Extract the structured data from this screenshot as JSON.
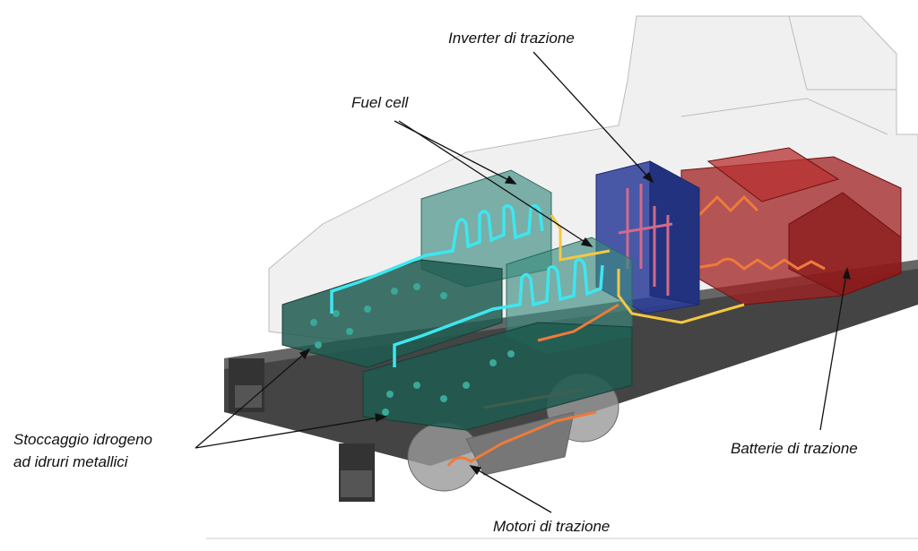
{
  "labels": {
    "inverter": "Inverter di trazione",
    "fuel_cell": "Fuel cell",
    "storage_line1": "Stoccaggio idrogeno",
    "storage_line2": "ad idruri metallici",
    "batteries": "Batterie di trazione",
    "motors": "Motori di trazione"
  },
  "colors": {
    "hydrogen_pipe": "#3ee6f0",
    "coolant_hot": "#f07a3a",
    "coolant_warm": "#f5c842",
    "fuel_cell_box": "#3a8a7e",
    "storage_box": "#1f5a50",
    "inverter_box": "#2c3c9a",
    "battery_box": "#a02020",
    "chassis": "#3a3a3a",
    "body_shell": "#d8d8d8"
  }
}
